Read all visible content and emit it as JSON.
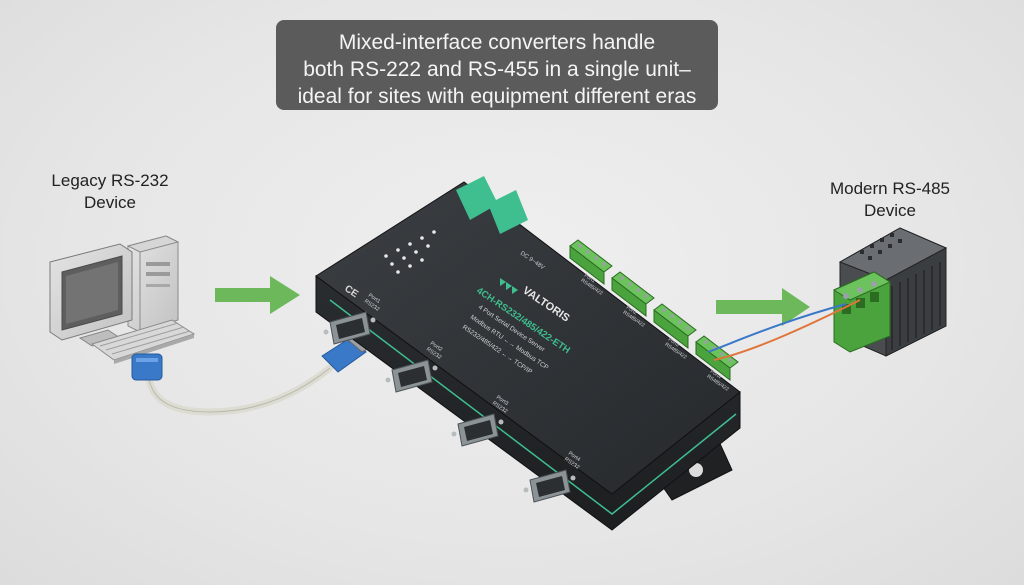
{
  "caption": {
    "line1": "Mixed-interface converters handle",
    "line2": "both RS-222 and RS-455 in a single unit–",
    "line3": "ideal for sites with equipment different eras"
  },
  "legacy_device": {
    "line1": "Legacy RS-232",
    "line2": "Device"
  },
  "modern_device": {
    "line1": "Modern RS-485",
    "line2": "Device"
  },
  "converter": {
    "brand": "VALTORIS",
    "model": "4CH-RS232/485/422-ETH",
    "subtitle": "4 Port Serial Device Server",
    "line_a": "Modbus RTU ←→ Modbus TCP",
    "line_b": "RS232/485/422 ←→ TCP/IP",
    "ce_mark": "CE",
    "power_label": "DC 9~48V",
    "ports": [
      {
        "name": "Port1",
        "type": "RS232"
      },
      {
        "name": "Port2",
        "type": "RS232"
      },
      {
        "name": "Port3",
        "type": "RS232"
      },
      {
        "name": "Port4",
        "type": "RS232"
      }
    ],
    "terminal_ports": [
      {
        "name": "Port1",
        "type": "RS485/422"
      },
      {
        "name": "Port2",
        "type": "RS485/422"
      },
      {
        "name": "Port3",
        "type": "RS485/422"
      },
      {
        "name": "Port4",
        "type": "RS485/422"
      }
    ]
  },
  "colors": {
    "arrow": "#6db85a",
    "caption_bg": "#5b5b5b",
    "housing": "#2e3134",
    "accent": "#3fbf8f",
    "terminal": "#4aa33c"
  }
}
